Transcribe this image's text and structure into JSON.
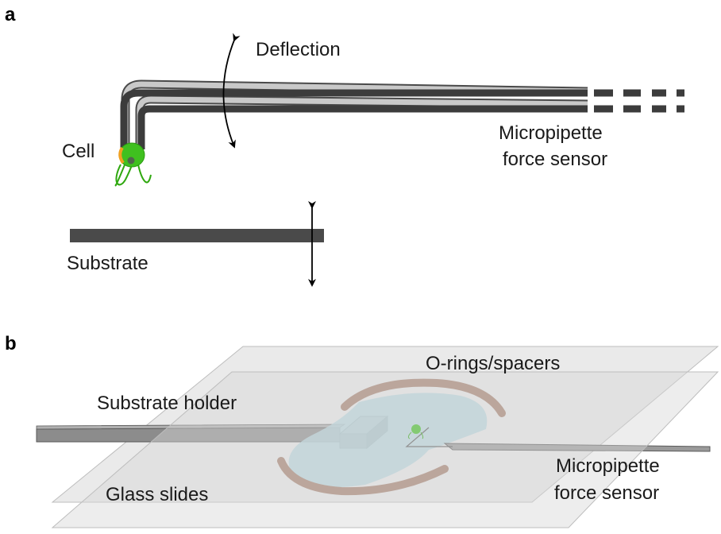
{
  "panel_a": {
    "letter": "a",
    "deflection_label": "Deflection",
    "cell_label": "Cell",
    "micropipette_label_line1": "Micropipette",
    "micropipette_label_line2": "force sensor",
    "substrate_label": "Substrate"
  },
  "panel_b": {
    "letter": "b",
    "orings_label": "O-rings/spacers",
    "holder_label": "Substrate holder",
    "glass_label": "Glass slides",
    "micropipette_label_line1": "Micropipette",
    "micropipette_label_line2": "force sensor"
  },
  "colors": {
    "pipette_dark": "#3c3c3c",
    "pipette_ghost": "#bdbdbd",
    "cell_green": "#3fc01f",
    "cell_orange": "#f0a020",
    "substrate": "#4a4a4a",
    "glass": "#d8d8d8",
    "medium": "#b3d3dc",
    "oring": "#a47e6c",
    "holder": "#8c8c8c"
  },
  "icons": [
    "double-arrow-curved-icon",
    "double-arrow-vertical-icon"
  ]
}
